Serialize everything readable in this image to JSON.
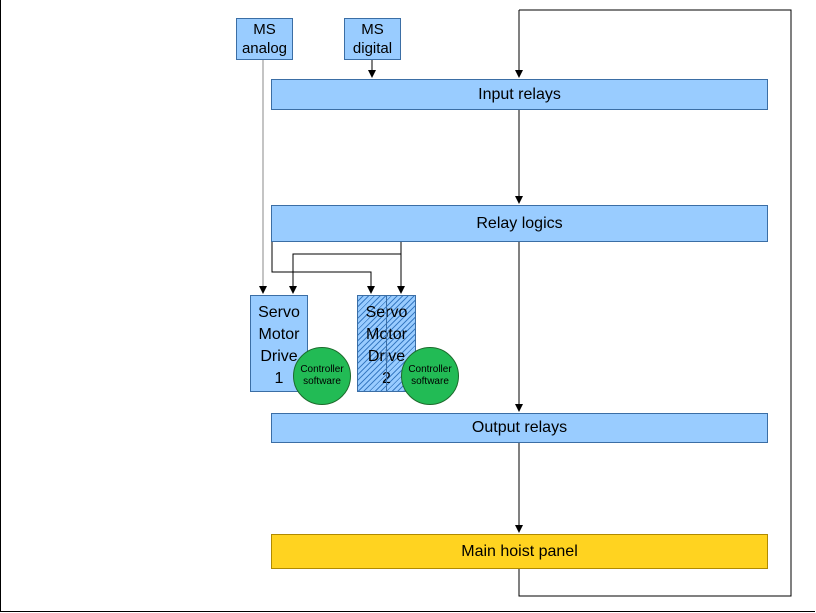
{
  "diagram": {
    "ms_analog": "MS\nanalog",
    "ms_digital": "MS\ndigital",
    "input_relays": "Input relays",
    "relay_logics": "Relay logics",
    "drive1": "Servo\nMotor\nDrive\n1",
    "drive2": "Servo\nMotor\nDrive\n2",
    "controller1": "Controller\nsoftware",
    "controller2": "Controller\nsoftware",
    "output_relays": "Output relays",
    "main_hoist": "Main hoist panel"
  },
  "colors": {
    "box_fill": "#99ccff",
    "controller_fill": "#22bb55",
    "hoist_fill": "#ffd320"
  }
}
